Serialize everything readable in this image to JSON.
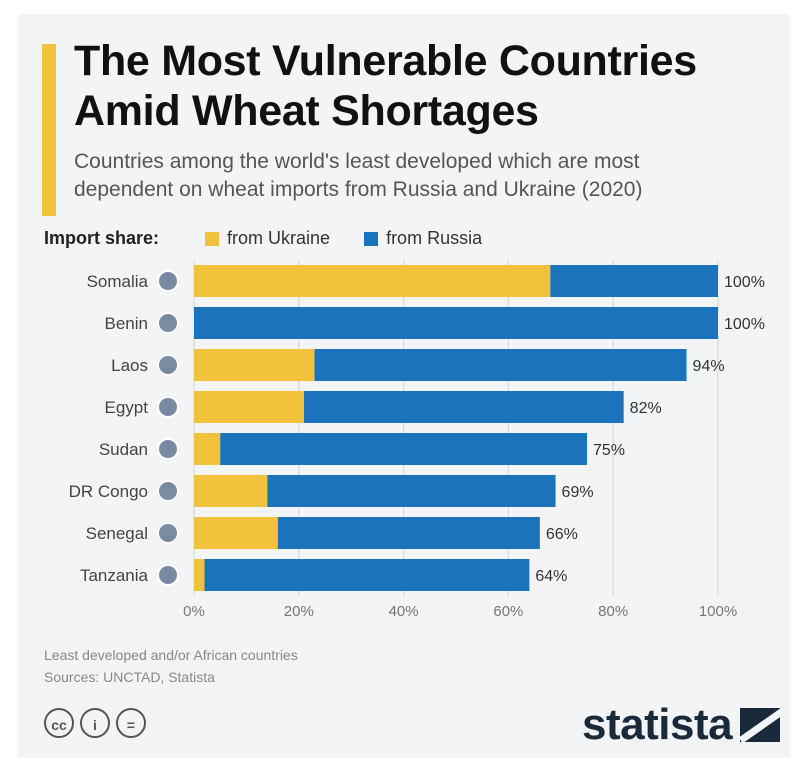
{
  "colors": {
    "ukraine": "#f2c23d",
    "russia": "#1b74bb",
    "accent": "#f2c23d"
  },
  "header": {
    "title_line1": "The Most Vulnerable Countries",
    "title_line2": "Amid Wheat Shortages",
    "subtitle_line1": "Countries among the world's least developed which are most",
    "subtitle_line2": "dependent on wheat imports from Russia and Ukraine (2020)"
  },
  "legend": {
    "label": "Import share:",
    "ukraine": "from Ukraine",
    "russia": "from Russia"
  },
  "chart_data": {
    "type": "bar",
    "orientation": "horizontal",
    "stacked": true,
    "categories": [
      "Somalia",
      "Benin",
      "Laos",
      "Egypt",
      "Sudan",
      "DR Congo",
      "Senegal",
      "Tanzania"
    ],
    "series": [
      {
        "name": "from Ukraine",
        "values": [
          68,
          0,
          23,
          21,
          5,
          14,
          16,
          2
        ]
      },
      {
        "name": "from Russia",
        "values": [
          32,
          100,
          71,
          61,
          70,
          55,
          50,
          62
        ]
      }
    ],
    "totals": [
      "100%",
      "100%",
      "94%",
      "82%",
      "75%",
      "69%",
      "66%",
      "64%"
    ],
    "xlim": [
      0,
      100
    ],
    "xticks": [
      "0%",
      "20%",
      "40%",
      "60%",
      "80%",
      "100%"
    ],
    "grid": true
  },
  "footer": {
    "note": "Least developed and/or African countries",
    "sources": "Sources: UNCTAD, Statista",
    "brand": "statista"
  },
  "license_icons": [
    "cc",
    "i",
    "="
  ]
}
